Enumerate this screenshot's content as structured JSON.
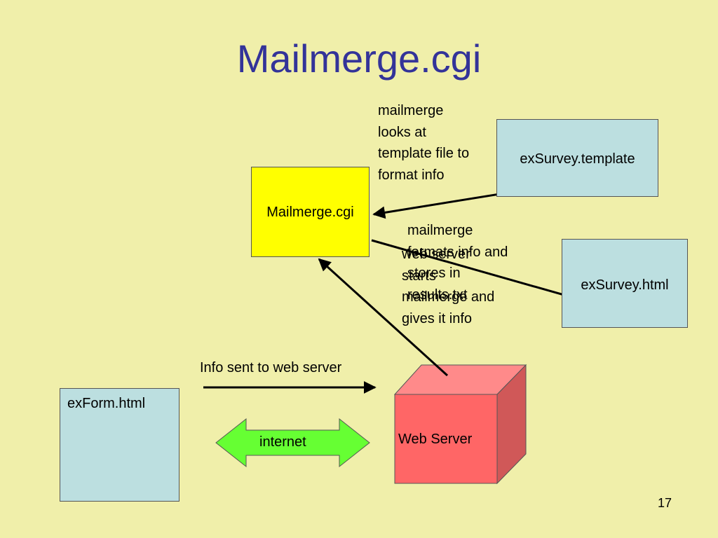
{
  "slide": {
    "title": "Mailmerge.cgi",
    "page_number": "17"
  },
  "boxes": {
    "mailmerge": "Mailmerge.cgi",
    "template": "exSurvey.template",
    "exsurvey": "exSurvey.html",
    "exform": "exForm.html"
  },
  "notes": {
    "template_note": "mailmerge\nlooks at\ntemplate file to\nformat info",
    "results_note": "mailmerge\nformats info and\nstores in\nresults.txt",
    "webserver_note": "web server\nstarts\nmailmerge and\ngives it info"
  },
  "labels": {
    "info_sent": "Info sent to web server",
    "internet": "internet",
    "web_server": "Web Server"
  },
  "colors": {
    "background": "#f0efaa",
    "title": "#333399",
    "mailmerge_box": "#ffff00",
    "file_box": "#bcdfe0",
    "server_front": "#ff6666",
    "internet_arrow": "#66ff33"
  }
}
